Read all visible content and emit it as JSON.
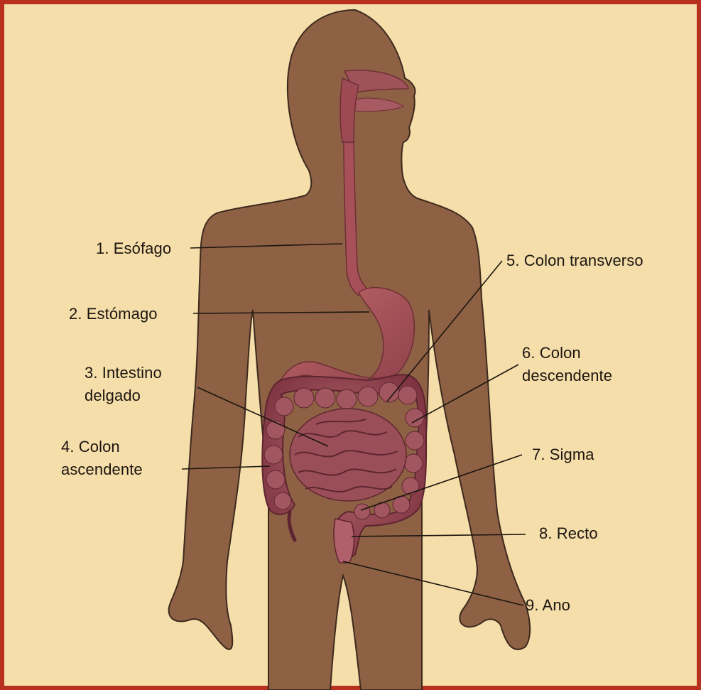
{
  "labels": {
    "esofago": "1. Esófago",
    "estomago": "2. Estómago",
    "intestino_line1": "3. Intestino",
    "intestino_line2": "delgado",
    "colon_asc_line1": "4. Colon",
    "colon_asc_line2": "ascendente",
    "colon_transverso": "5. Colon transverso",
    "colon_desc_line1": "6. Colon",
    "colon_desc_line2": "descendente",
    "sigma": "7. Sigma",
    "recto": "8. Recto",
    "ano": "9. Ano"
  },
  "colors": {
    "background": "#f5deaa",
    "border": "#b8311f",
    "body": "#8e6144",
    "body_outline": "#3d2a1e",
    "organ": "#b0525a",
    "organ_dark": "#7a2e3c",
    "leader_line": "#1c1510"
  }
}
